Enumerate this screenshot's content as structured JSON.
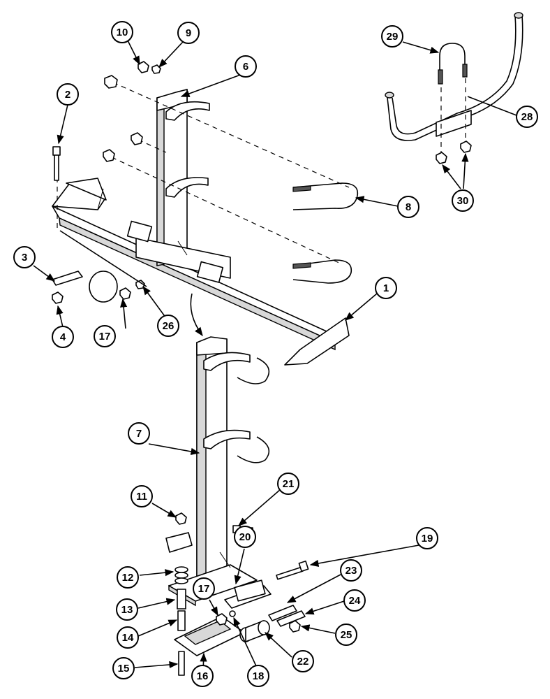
{
  "callouts": [
    "1",
    "2",
    "3",
    "4",
    "6",
    "7",
    "8",
    "9",
    "10",
    "11",
    "12",
    "13",
    "14",
    "15",
    "16",
    "17",
    "18",
    "19",
    "20",
    "21",
    "22",
    "23",
    "24",
    "25",
    "26",
    "28",
    "29",
    "30"
  ],
  "callout_17_second": "17"
}
